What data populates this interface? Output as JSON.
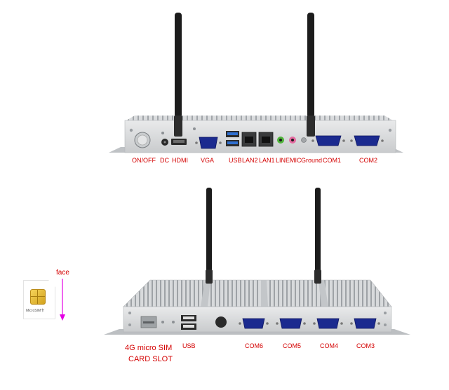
{
  "top_panel": {
    "ports": {
      "on_off": "ON/OFF",
      "dc": "DC",
      "hdmi": "HDMI",
      "vga": "VGA",
      "usb": "USB",
      "lan2": "LAN2",
      "lan1": "LAN1",
      "line": "LINE",
      "mic": "MIC",
      "ground": "Ground",
      "com1": "COM1",
      "com2": "COM2"
    }
  },
  "bottom_panel": {
    "ports": {
      "sim_line1": "4G micro SIM",
      "sim_line2": "CARD  SLOT",
      "usb": "USB",
      "com6": "COM6",
      "com5": "COM5",
      "com4": "COM4",
      "com3": "COM3"
    }
  },
  "sim_card": {
    "face": "face",
    "text": "MicroSIM卡"
  },
  "colors": {
    "label": "#d40000",
    "arrow": "#e400e4",
    "chassis": "#d6d8da",
    "antenna": "#1c1c1c"
  }
}
